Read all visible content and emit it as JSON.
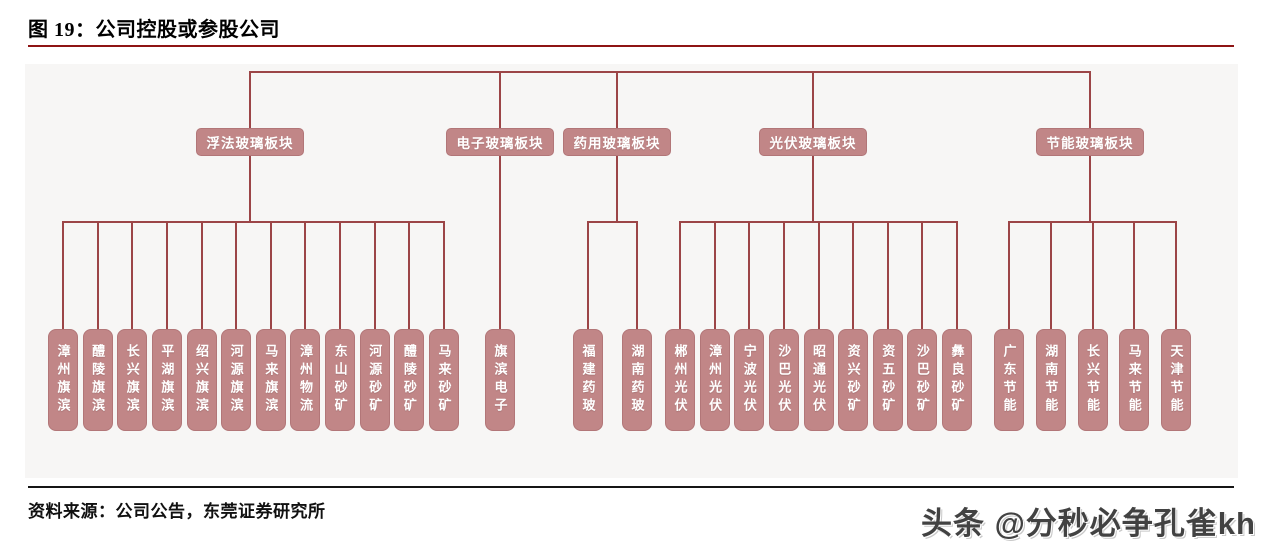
{
  "title": "图 19：公司控股或参股公司",
  "source": "资料来源：公司公告，东莞证券研究所",
  "watermark": "头条 @分秒必争孔雀kh",
  "colors": {
    "box_fill": "#c18687",
    "box_border": "#b27678",
    "connector_line": "#9c4547",
    "title_rule": "#8e1414",
    "panel_background": "#f7f6f5"
  },
  "org_chart": {
    "branches": [
      {
        "label": "浮法玻璃板块",
        "children": [
          "漳州旗滨",
          "醴陵旗滨",
          "长兴旗滨",
          "平湖旗滨",
          "绍兴旗滨",
          "河源旗滨",
          "马来旗滨",
          "漳州物流",
          "东山砂矿",
          "河源砂矿",
          "醴陵砂矿",
          "马来砂矿"
        ]
      },
      {
        "label": "电子玻璃板块",
        "children": [
          "旗滨电子"
        ]
      },
      {
        "label": "药用玻璃板块",
        "children": [
          "福建药玻",
          "湖南药玻"
        ]
      },
      {
        "label": "光伏玻璃板块",
        "children": [
          "郴州光伏",
          "漳州光伏",
          "宁波光伏",
          "沙巴光伏",
          "昭通光伏",
          "资兴砂矿",
          "资五砂矿",
          "沙巴砂矿",
          "彝良砂矿"
        ]
      },
      {
        "label": "节能玻璃板块",
        "children": [
          "广东节能",
          "湖南节能",
          "长兴节能",
          "马来节能",
          "天津节能"
        ]
      }
    ]
  }
}
